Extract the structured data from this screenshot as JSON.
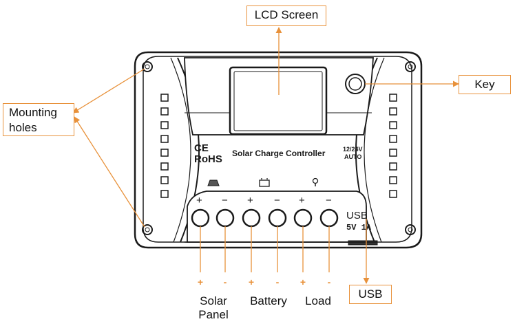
{
  "callouts": {
    "lcd_screen": "LCD Screen",
    "key": "Key",
    "mounting_holes_line1": "Mounting",
    "mounting_holes_line2": "holes",
    "usb": "USB"
  },
  "device": {
    "ce_mark": "CE",
    "rohs": "RoHS",
    "product_name": "Solar Charge Controller",
    "voltage_line1": "12/24V",
    "voltage_line2": "AUTO",
    "usb_label": "USB",
    "usb_spec": "5V 1A"
  },
  "terminals": {
    "signs": [
      "+",
      "-",
      "+",
      "-",
      "+",
      "-"
    ],
    "panel_signs": [
      "+",
      "−",
      "+",
      "−",
      "+",
      "−"
    ]
  },
  "groups": {
    "solar_line1": "Solar",
    "solar_line2": "Panel",
    "battery": "Battery",
    "load": "Load"
  },
  "colors": {
    "accent": "#e8913a",
    "outline": "#1a1a1a",
    "body_fill": "#ffffff"
  }
}
